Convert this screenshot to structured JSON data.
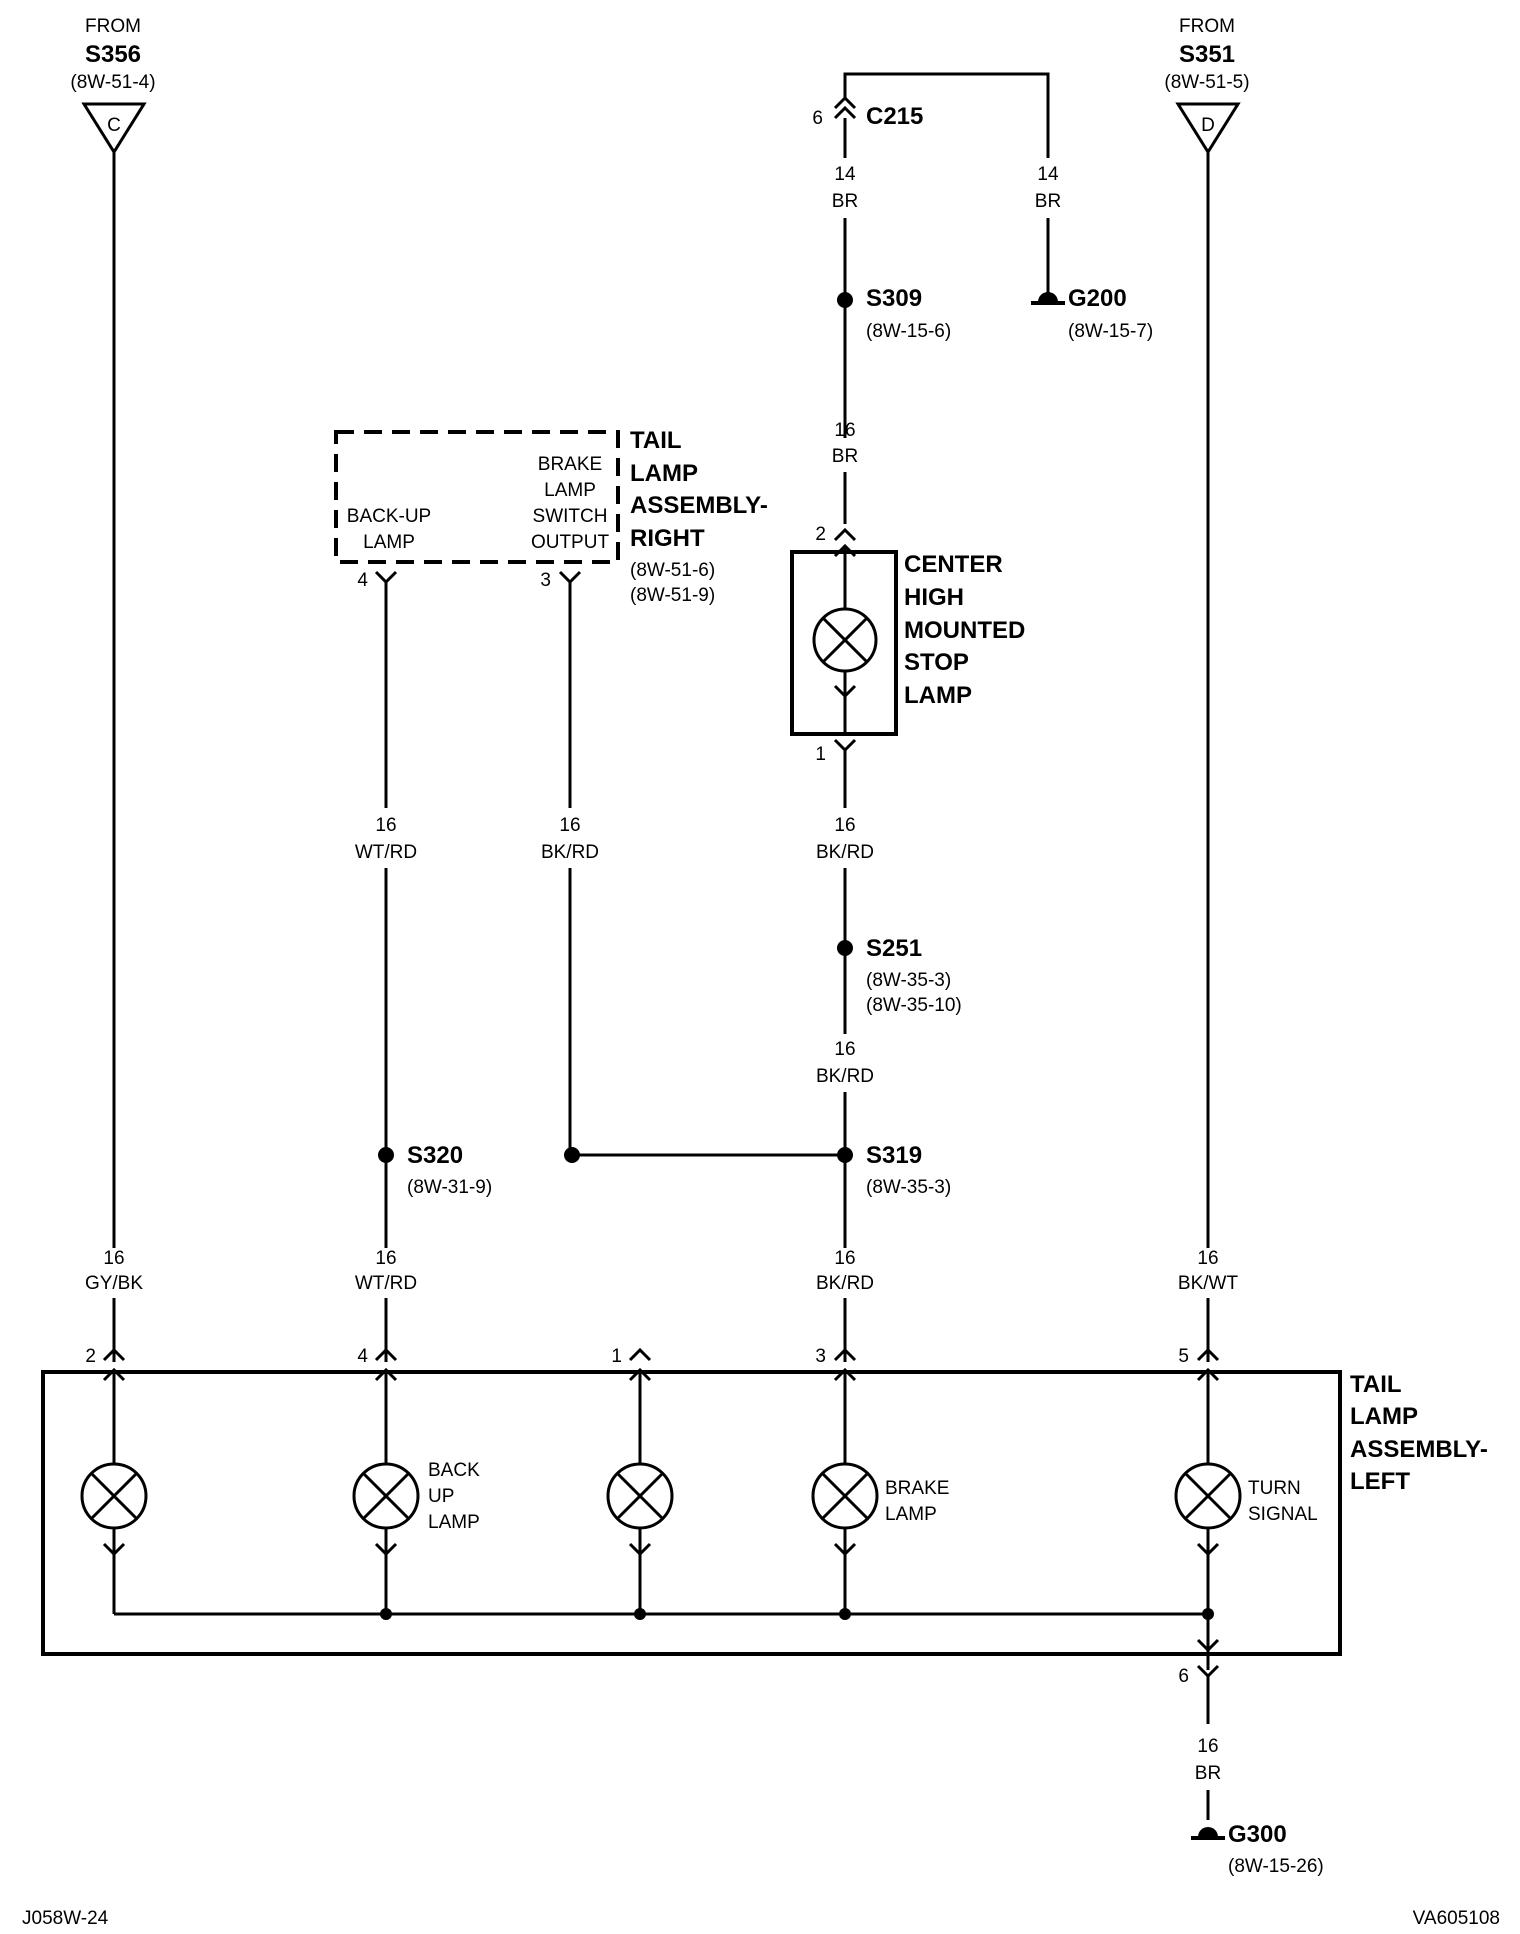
{
  "from_left": {
    "label": "FROM",
    "splice": "S356",
    "ref": "(8W-51-4)",
    "letter": "C"
  },
  "from_right": {
    "label": "FROM",
    "splice": "S351",
    "ref": "(8W-51-5)",
    "letter": "D"
  },
  "c215": {
    "pin": "6",
    "name": "C215"
  },
  "wires": {
    "c215_br_gauge": "14",
    "c215_br_color": "BR",
    "g200_gauge": "14",
    "g200_color": "BR",
    "chmsl_in_gauge": "16",
    "chmsl_in_color": "BR",
    "chmsl_out_gauge": "16",
    "chmsl_out_color": "BK/RD",
    "s251_out_gauge": "16",
    "s251_out_color": "BK/RD",
    "backup_right_gauge": "16",
    "backup_right_color": "WT/RD",
    "brake_right_gauge": "16",
    "brake_right_color": "BK/RD",
    "left_gybk_gauge": "16",
    "left_gybk_color": "GY/BK",
    "left_wtrd_gauge": "16",
    "left_wtrd_color": "WT/RD",
    "left_bkrd_gauge": "16",
    "left_bkrd_color": "BK/RD",
    "left_bkwt_gauge": "16",
    "left_bkwt_color": "BK/WT",
    "g300_gauge": "16",
    "g300_color": "BR"
  },
  "splices": {
    "s309": {
      "name": "S309",
      "ref": "(8W-15-6)"
    },
    "s251": {
      "name": "S251",
      "ref1": "(8W-35-3)",
      "ref2": "(8W-35-10)"
    },
    "s320": {
      "name": "S320",
      "ref": "(8W-31-9)"
    },
    "s319": {
      "name": "S319",
      "ref": "(8W-35-3)"
    }
  },
  "grounds": {
    "g200": {
      "name": "G200",
      "ref": "(8W-15-7)"
    },
    "g300": {
      "name": "G300",
      "ref": "(8W-15-26)"
    }
  },
  "tail_lamp_right": {
    "title": [
      "TAIL",
      "LAMP",
      "ASSEMBLY-",
      "RIGHT"
    ],
    "refs": [
      "(8W-51-6)",
      "(8W-51-9)"
    ],
    "backup_label": [
      "BACK-UP",
      "LAMP"
    ],
    "brake_label": [
      "BRAKE",
      "LAMP",
      "SWITCH",
      "OUTPUT"
    ],
    "pin_backup": "4",
    "pin_brake": "3"
  },
  "chmsl": {
    "title": [
      "CENTER",
      "HIGH",
      "MOUNTED",
      "STOP",
      "LAMP"
    ],
    "pin_top": "2",
    "pin_bottom": "1"
  },
  "tail_lamp_left": {
    "title": [
      "TAIL",
      "LAMP",
      "ASSEMBLY-",
      "LEFT"
    ],
    "pins": [
      "2",
      "4",
      "1",
      "3",
      "5"
    ],
    "pin_ground": "6",
    "backup_label": [
      "BACK",
      "UP",
      "LAMP"
    ],
    "brake_label": [
      "BRAKE",
      "LAMP"
    ],
    "turn_label": [
      "TURN",
      "SIGNAL"
    ]
  },
  "footer": {
    "left": "J058W-24",
    "right": "VA605108"
  }
}
